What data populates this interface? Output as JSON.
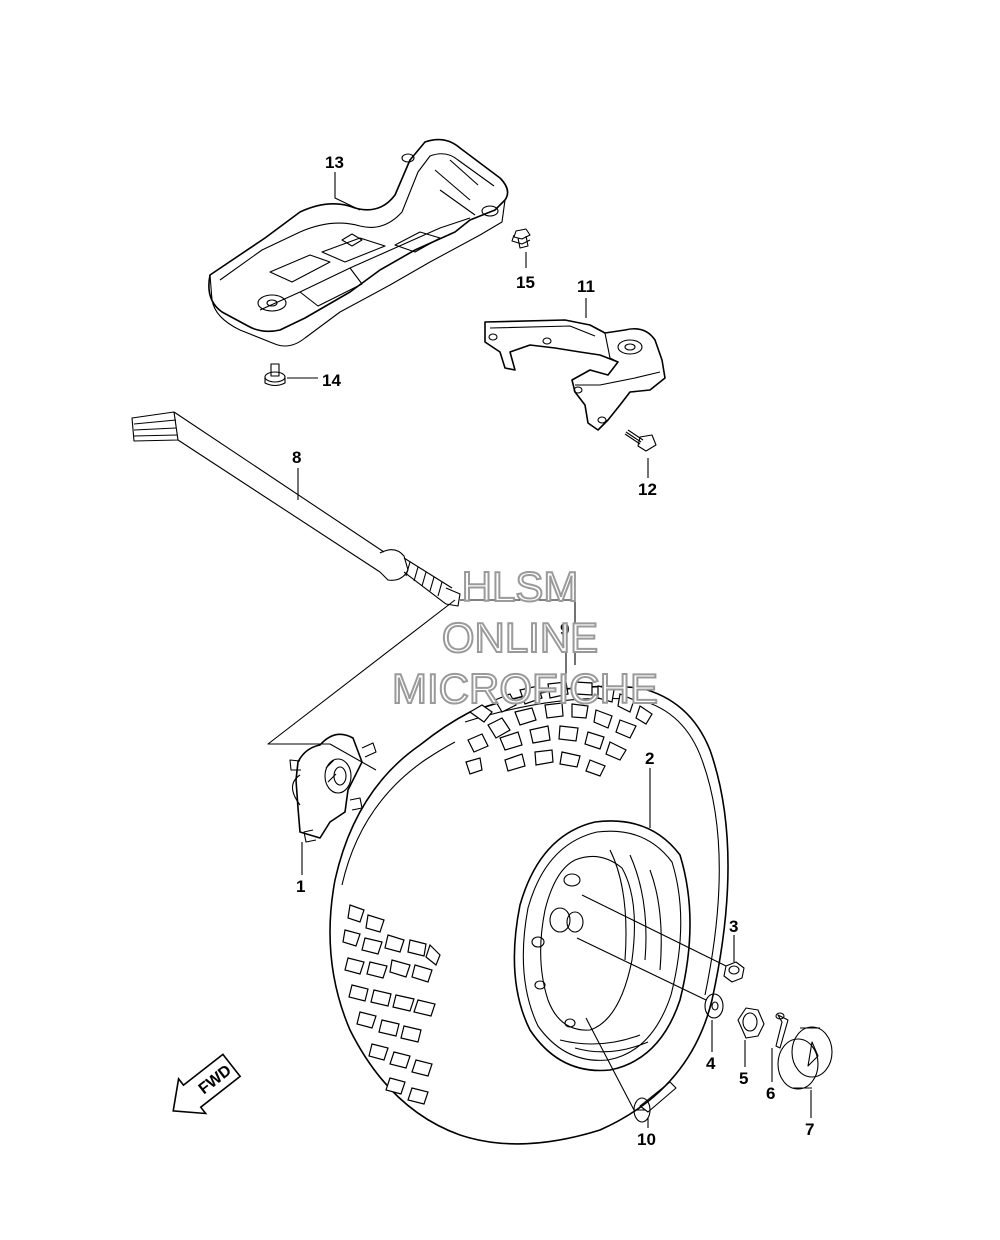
{
  "watermark": {
    "line1": "HLSM",
    "line2": "ONLINE",
    "line3": "MICROFICHE"
  },
  "direction_arrow": {
    "label": "FWD"
  },
  "callouts": [
    "1",
    "2",
    "3",
    "4",
    "5",
    "6",
    "7",
    "8",
    "9",
    "10",
    "11",
    "12",
    "13",
    "14",
    "15"
  ]
}
